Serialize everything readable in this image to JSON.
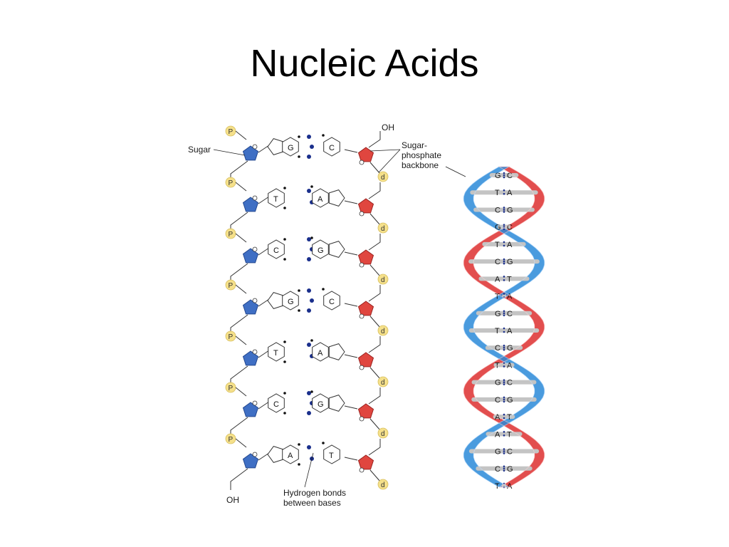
{
  "slide": {
    "title": "Nucleic Acids"
  },
  "labels": {
    "sugar": "Sugar",
    "oh_top": "OH",
    "oh_bottom": "OH",
    "backbone_1": "Sugar-",
    "backbone_2": "phosphate",
    "backbone_3": "backbone",
    "hbonds_1": "Hydrogen bonds",
    "hbonds_2": "between bases"
  },
  "ladder": {
    "phosphate_label": "P",
    "deoxy_label": "d",
    "rungs": [
      {
        "left_base": "G",
        "right_base": "C",
        "left_type": "purine",
        "hbonds": 3
      },
      {
        "left_base": "T",
        "right_base": "A",
        "left_type": "pyrimidine",
        "hbonds": 2
      },
      {
        "left_base": "C",
        "right_base": "G",
        "left_type": "pyrimidine",
        "hbonds": 3
      },
      {
        "left_base": "G",
        "right_base": "C",
        "left_type": "purine",
        "hbonds": 3
      },
      {
        "left_base": "T",
        "right_base": "A",
        "left_type": "pyrimidine",
        "hbonds": 2
      },
      {
        "left_base": "C",
        "right_base": "G",
        "left_type": "pyrimidine",
        "hbonds": 3
      },
      {
        "left_base": "A",
        "right_base": "T",
        "left_type": "purine",
        "hbonds": 2
      }
    ]
  },
  "helix": {
    "pairs": [
      {
        "left": "G",
        "right": "C",
        "hbonds": 3
      },
      {
        "left": "T",
        "right": "A",
        "hbonds": 2
      },
      {
        "left": "C",
        "right": "G",
        "hbonds": 3
      },
      {
        "left": "G",
        "right": "C",
        "hbonds": 3
      },
      {
        "left": "T",
        "right": "A",
        "hbonds": 2
      },
      {
        "left": "C",
        "right": "G",
        "hbonds": 3
      },
      {
        "left": "A",
        "right": "T",
        "hbonds": 2
      },
      {
        "left": "T",
        "right": "A",
        "hbonds": 2
      },
      {
        "left": "G",
        "right": "C",
        "hbonds": 3
      },
      {
        "left": "T",
        "right": "A",
        "hbonds": 2
      },
      {
        "left": "C",
        "right": "G",
        "hbonds": 3
      },
      {
        "left": "T",
        "right": "A",
        "hbonds": 2
      },
      {
        "left": "G",
        "right": "C",
        "hbonds": 3
      },
      {
        "left": "C",
        "right": "G",
        "hbonds": 3
      },
      {
        "left": "A",
        "right": "T",
        "hbonds": 2
      },
      {
        "left": "A",
        "right": "T",
        "hbonds": 2
      },
      {
        "left": "G",
        "right": "C",
        "hbonds": 3
      },
      {
        "left": "C",
        "right": "G",
        "hbonds": 3
      },
      {
        "left": "T",
        "right": "A",
        "hbonds": 2
      }
    ]
  },
  "colors": {
    "sugar_left": "#3f6fc4",
    "sugar_right": "#e0463f",
    "phosphate_fill": "#f5e08a",
    "hbond_dot": "#1a2f8c",
    "strand_blue": "#2a8ad8",
    "strand_red": "#dd2f2f",
    "rung_gray": "#c4c4c4"
  }
}
